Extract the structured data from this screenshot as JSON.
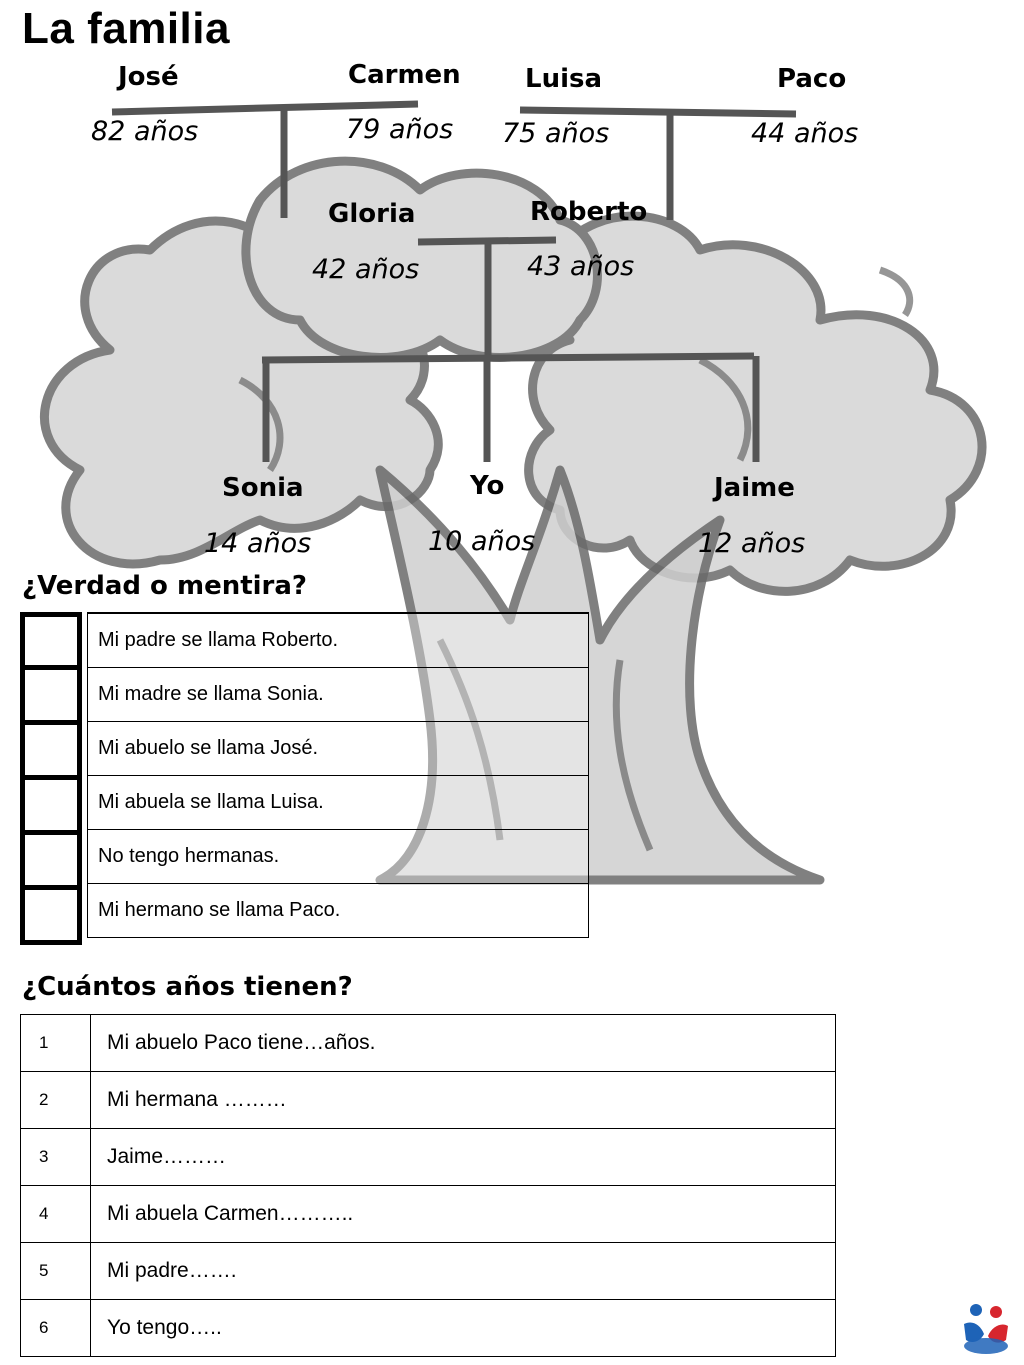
{
  "title": "La familia",
  "tree": {
    "grandparents_paternal": [
      {
        "name": "José",
        "age": "82 años"
      },
      {
        "name": "Carmen",
        "age": "79 años"
      }
    ],
    "grandparents_maternal": [
      {
        "name": "Luisa",
        "age": "75 años"
      },
      {
        "name": "Paco",
        "age": "44 años"
      }
    ],
    "parents": [
      {
        "name": "Gloria",
        "age": "42 años"
      },
      {
        "name": "Roberto",
        "age": "43 años"
      }
    ],
    "children": [
      {
        "name": "Sonia",
        "age": "14 años"
      },
      {
        "name": "Yo",
        "age": "10 años"
      },
      {
        "name": "Jaime",
        "age": "12 años"
      }
    ]
  },
  "true_false": {
    "heading": "¿Verdad o mentira?",
    "statements": [
      "Mi padre se llama Roberto.",
      "Mi madre se llama Sonia.",
      "Mi abuelo se llama José.",
      "Mi abuela se llama Luisa.",
      "No tengo hermanas.",
      "Mi hermano se llama Paco."
    ]
  },
  "ages": {
    "heading": "¿Cuántos años tienen?",
    "rows": [
      {
        "num": "1",
        "text": "Mi abuelo Paco tiene…años."
      },
      {
        "num": "2",
        "text": "Mi hermana ………"
      },
      {
        "num": "3",
        "text": "Jaime………"
      },
      {
        "num": "4",
        "text": "Mi abuela Carmen……….."
      },
      {
        "num": "5",
        "text": "Mi padre……."
      },
      {
        "num": "6",
        "text": "Yo tengo….."
      }
    ]
  },
  "colors": {
    "tree_outline": "#6a6a6a",
    "tree_fill": "#d0d0d0",
    "connector": "#555555",
    "logo_blue": "#1e63b7",
    "logo_red": "#d7262e"
  },
  "logo_icon": "allconnect-logo-icon"
}
